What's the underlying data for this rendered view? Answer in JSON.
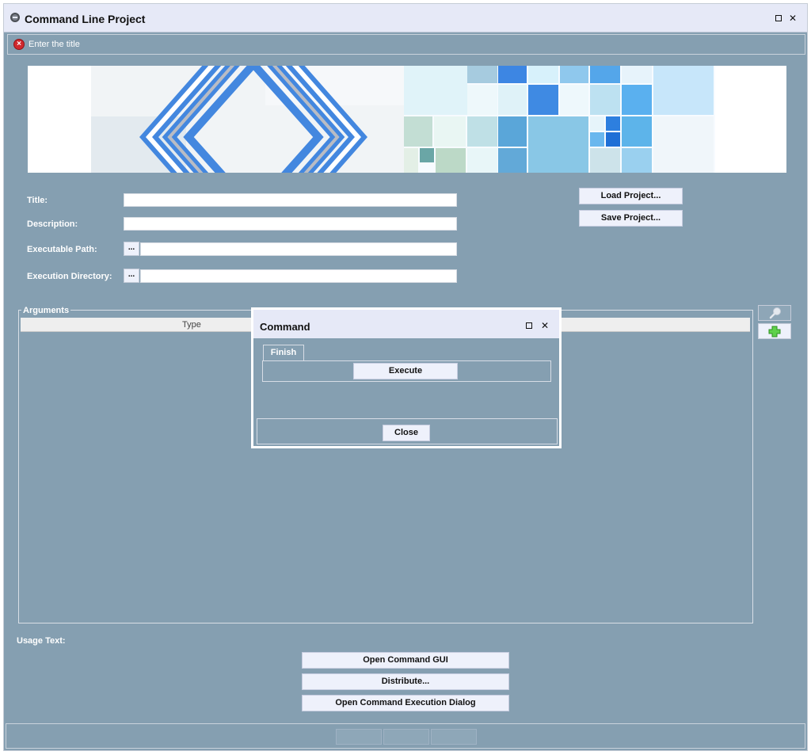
{
  "window": {
    "title": "Command Line Project",
    "maximize_label": "",
    "close_label": "✕"
  },
  "validation": {
    "message": "Enter the title"
  },
  "form": {
    "title_label": "Title:",
    "title_value": "",
    "description_label": "Description:",
    "description_value": "",
    "exec_path_label": "Executable Path:",
    "exec_path_value": "",
    "exec_dir_label": "Execution Directory:",
    "exec_dir_value": "",
    "browse_label": "..."
  },
  "project_buttons": {
    "load": "Load Project...",
    "save": "Save Project..."
  },
  "arguments": {
    "legend": "Arguments",
    "columns": [
      "Type"
    ]
  },
  "usage": {
    "label": "Usage Text:"
  },
  "action_buttons": {
    "open_gui": "Open Command GUI",
    "distribute": "Distribute...",
    "open_exec_dialog": "Open Command Execution Dialog"
  },
  "modal": {
    "title": "Command",
    "tab_label": "Finish",
    "execute_label": "Execute",
    "close_label": "Close"
  },
  "colors": {
    "background": "#859fb1",
    "titlebar": "#e6e9f7",
    "button": "#eef1fb",
    "error": "#d0282e",
    "accent_blue": "#3f86e0"
  },
  "icons": {
    "app": "app-icon",
    "error": "error-icon",
    "search": "search-icon",
    "add": "add-icon"
  }
}
